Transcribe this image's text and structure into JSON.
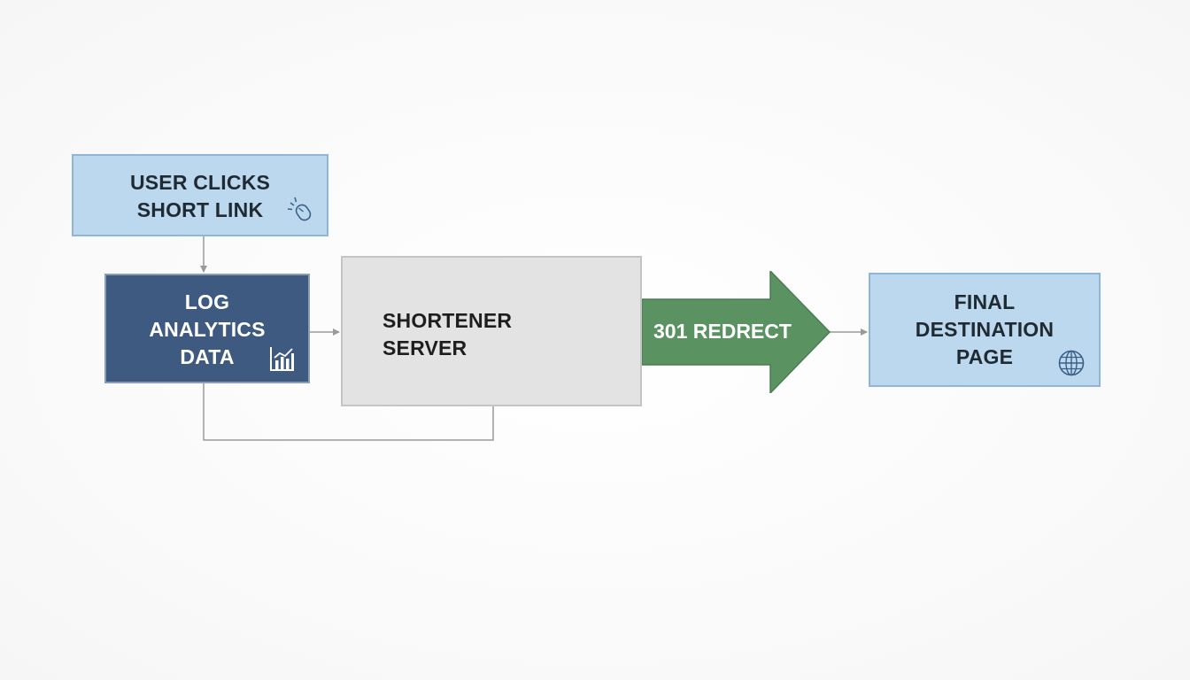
{
  "nodes": {
    "user_clicks": "USER CLICKS\nSHORT LINK",
    "log_analytics": "LOG\nANALYTICS\nDATA",
    "shortener_server": "SHORTENER\nSERVER",
    "redirect": "301 REDRECT",
    "final_destination": "FINAL\nDESTINATION\nPAGE"
  },
  "icons": {
    "user_clicks": "mouse-click-icon",
    "log_analytics": "bar-chart-icon",
    "final_destination": "globe-icon"
  },
  "colors": {
    "light_box": "#bcd8ee",
    "dark_box": "#3f5a80",
    "server_box": "#e3e3e3",
    "redirect_arrow": "#5a9262",
    "connector": "#999999"
  }
}
